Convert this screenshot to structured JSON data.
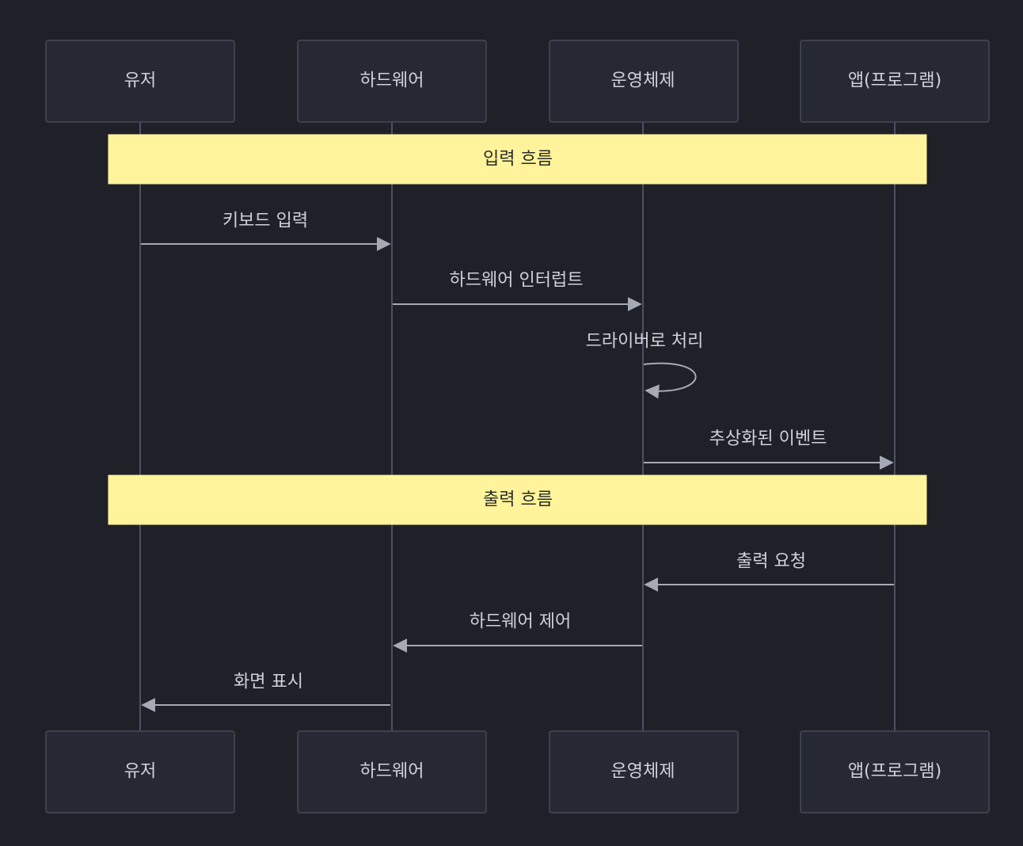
{
  "actors": [
    {
      "id": "user",
      "label": "유저"
    },
    {
      "id": "hardware",
      "label": "하드웨어"
    },
    {
      "id": "os",
      "label": "운영체제"
    },
    {
      "id": "app",
      "label": "앱(프로그램)"
    }
  ],
  "notes": [
    {
      "label": "입력 흐름"
    },
    {
      "label": "출력 흐름"
    }
  ],
  "messages": [
    {
      "from": "user",
      "to": "hardware",
      "label": "키보드 입력"
    },
    {
      "from": "hardware",
      "to": "os",
      "label": "하드웨어 인터럽트"
    },
    {
      "from": "os",
      "to": "os",
      "label": "드라이버로 처리"
    },
    {
      "from": "os",
      "to": "app",
      "label": "추상화된 이벤트"
    },
    {
      "from": "app",
      "to": "os",
      "label": "출력 요청"
    },
    {
      "from": "os",
      "to": "hardware",
      "label": "하드웨어 제어"
    },
    {
      "from": "hardware",
      "to": "user",
      "label": "화면 표시"
    }
  ],
  "colors": {
    "background": "#1f2028",
    "actor_fill": "#262833",
    "note_fill": "#fff49b",
    "line": "#a6aab5"
  }
}
